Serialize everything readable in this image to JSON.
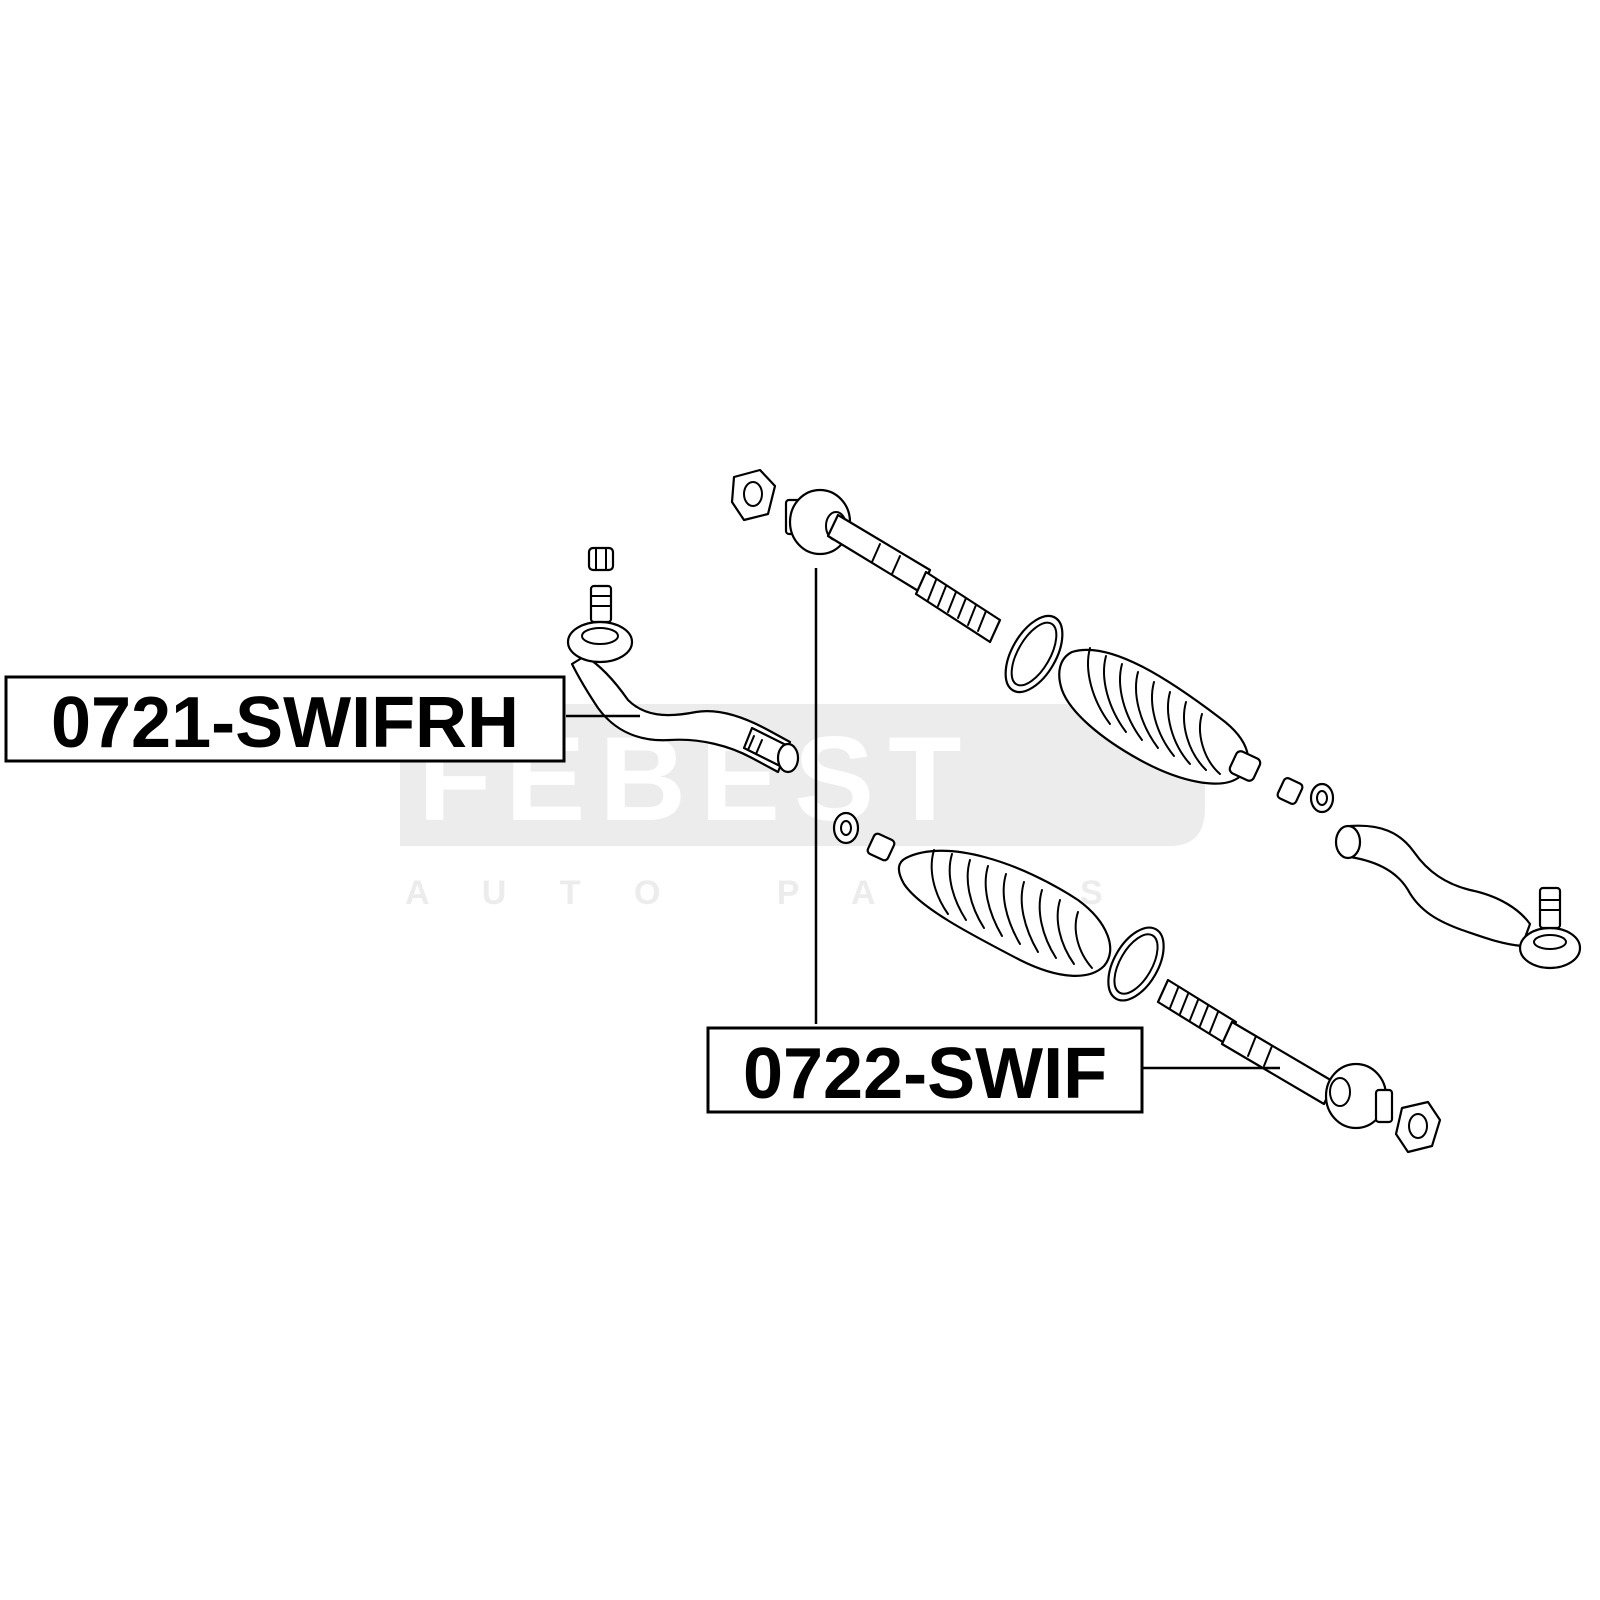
{
  "labels": {
    "tie_rod_end": "0721-SWIFRH",
    "tie_rod": "0722-SWIF"
  },
  "watermark": {
    "brand": "FEBEST",
    "tagline": "A U T O   P A R T S",
    "color": "#ececec"
  },
  "colors": {
    "line": "#000000",
    "background": "#ffffff"
  }
}
